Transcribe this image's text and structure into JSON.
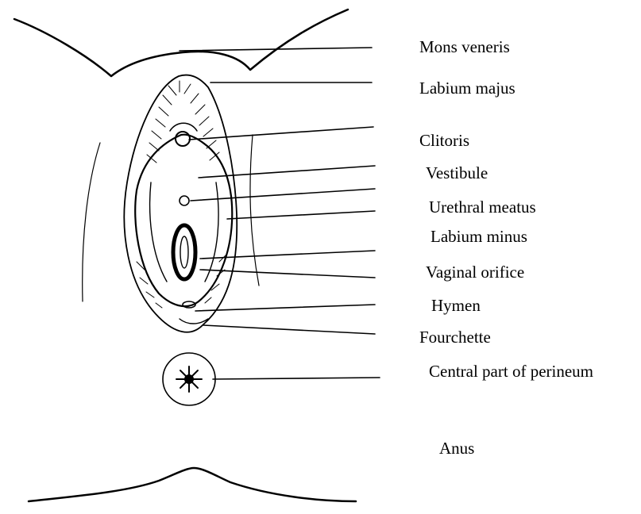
{
  "labels": {
    "mons_veneris": "Mons veneris",
    "labium_majus": "Labium majus",
    "clitoris": "Clitoris",
    "vestibule": "Vestibule",
    "urethral_meatus": "Urethral meatus",
    "labium_minus": "Labium minus",
    "vaginal_orifice": "Vaginal orifice",
    "hymen": "Hymen",
    "fourchette": "Fourchette",
    "central_perineum": "Central part of perineum",
    "anus": "Anus"
  },
  "colors": {
    "ink": "#000000",
    "background": "#ffffff"
  }
}
